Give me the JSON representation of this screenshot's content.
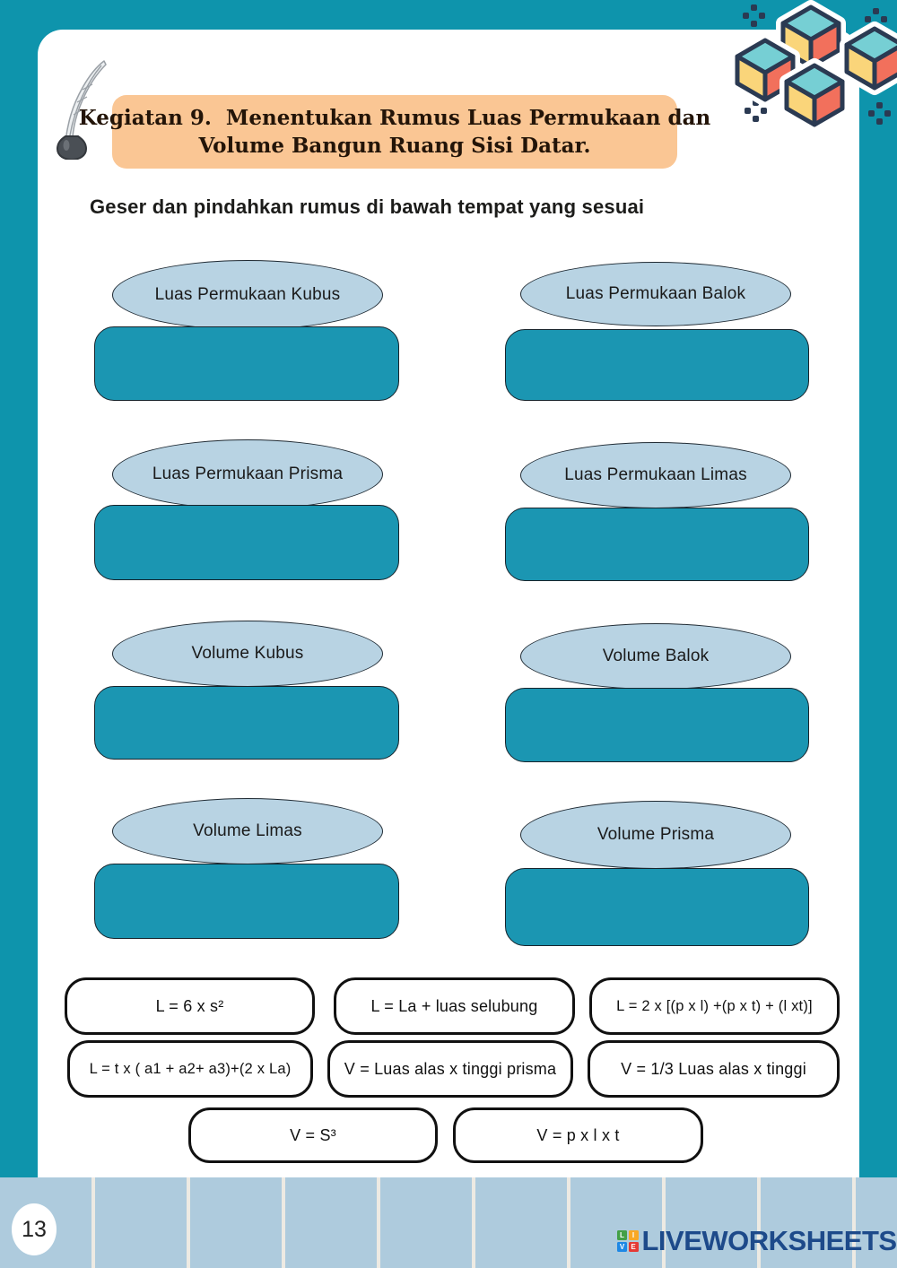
{
  "colors": {
    "frame_teal": "#0E94AC",
    "drop_zone_teal": "#1B96B2",
    "label_oval_blue": "#B8D3E3",
    "banner_orange": "#FAC694",
    "filmstrip_blue": "#AECBDD",
    "logo_navy": "#1D4A8A",
    "cube_top": "#76CFD4",
    "cube_left": "#FAD57A",
    "cube_right": "#F2705C",
    "cube_outline": "#2B3A52"
  },
  "header": {
    "title_line1": "Kegiatan 9.  Menentukan Rumus Luas Permukaan dan",
    "title_line2": "Volume Bangun Ruang Sisi Datar.",
    "instruction": "Geser dan pindahkan rumus di bawah tempat yang sesuai"
  },
  "drop_pairs": [
    {
      "label": "Luas Permukaan Kubus"
    },
    {
      "label": "Luas Permukaan Balok"
    },
    {
      "label": "Luas Permukaan Prisma"
    },
    {
      "label": "Luas Permukaan Limas"
    },
    {
      "label": "Volume Kubus"
    },
    {
      "label": "Volume Balok"
    },
    {
      "label": "Volume Limas"
    },
    {
      "label": "Volume Prisma"
    }
  ],
  "formula_chips": [
    "L = 6 x s²",
    "L = La + luas selubung",
    "L = 2 x [(p x l) +(p x t) + (l xt)]",
    "L = t x ( a1 + a2+ a3)+(2 x La)",
    "V = Luas alas x tinggi prisma",
    "V = 1/3 Luas alas x tinggi",
    "V = S³",
    "V = p x l x t"
  ],
  "footer": {
    "page_number": "13",
    "brand": "LIVEWORKSHEETS",
    "logo_letters": [
      "L",
      "I",
      "V",
      "E"
    ]
  }
}
